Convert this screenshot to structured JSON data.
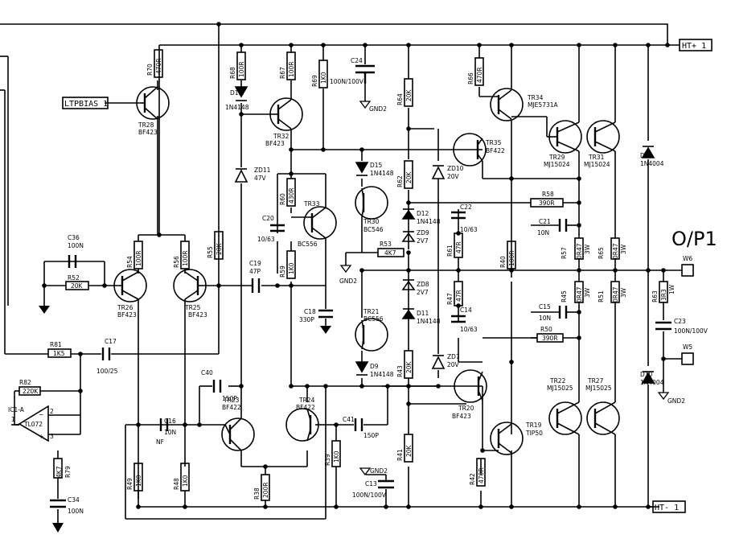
{
  "nets": {
    "ht_plus": "HT+ 1",
    "ht_minus": "HT- 1",
    "ltpbias": "LTPBIAS 1",
    "gnd2": "GND2",
    "w6": "W6",
    "w5": "W5",
    "output": "O/P1"
  },
  "ic": {
    "name": "IC1-A",
    "part": "TL072",
    "pin1": "1",
    "pin2": "2",
    "pin3": "3",
    "minus": "−",
    "plus": "+"
  },
  "transistors": {
    "tr28": [
      "TR28",
      "BF423"
    ],
    "tr32": [
      "TR32",
      "BF423"
    ],
    "tr33": [
      "TR33",
      "BC556"
    ],
    "tr26": [
      "TR26",
      "BF423"
    ],
    "tr25": [
      "TR25",
      "BF423"
    ],
    "tr34": [
      "TR34",
      "MJE5731A"
    ],
    "tr35": [
      "TR35",
      "BF422"
    ],
    "tr29": [
      "TR29",
      "MJ15024"
    ],
    "tr31": [
      "TR31",
      "MJ15024"
    ],
    "tr30": [
      "TR30",
      "BC546"
    ],
    "tr21": [
      "TR21",
      "BC556"
    ],
    "tr20": [
      "TR20",
      "BF423"
    ],
    "tr22": [
      "TR22",
      "MJ15025"
    ],
    "tr27": [
      "TR27",
      "MJ15025"
    ],
    "tr19": [
      "TR19",
      "TIP50"
    ],
    "tr23": [
      "TR23",
      "BF422"
    ],
    "tr24": [
      "TR24",
      "BF422"
    ]
  },
  "resistors": {
    "r70": [
      "R70",
      "470R"
    ],
    "r68": [
      "R68",
      "100R"
    ],
    "r67": [
      "R67",
      "100R"
    ],
    "r69": [
      "R69",
      "1K0"
    ],
    "r64": [
      "R64",
      "20K"
    ],
    "r66": [
      "R66",
      "470R"
    ],
    "r60": [
      "R60",
      "430R"
    ],
    "r59": [
      "R59",
      "1K0"
    ],
    "r55": [
      "R55",
      "20K"
    ],
    "r54": [
      "R54",
      "100R"
    ],
    "r56": [
      "R56",
      "100R"
    ],
    "r52": [
      "R52",
      "20K"
    ],
    "r62": [
      "R62",
      "20K"
    ],
    "r53": [
      "R53",
      "4K7"
    ],
    "r58": [
      "R58",
      "390R"
    ],
    "r61": [
      "R61",
      "47R"
    ],
    "r47": [
      "R47",
      "47R"
    ],
    "r40": [
      "R40",
      "100R"
    ],
    "r57": [
      "R57",
      "0R47"
    ],
    "r57w": "3W",
    "r65": [
      "R65",
      "0R47"
    ],
    "r65w": "3W",
    "r45": [
      "R45",
      "0R47"
    ],
    "r45w": "3W",
    "r51": [
      "R51",
      "0R47"
    ],
    "r51w": "3W",
    "r63": [
      "R63",
      "3R3"
    ],
    "r63w": "1W",
    "r50": [
      "R50",
      "390R"
    ],
    "r43": [
      "R43",
      "20K"
    ],
    "r41": [
      "R41",
      "20K"
    ],
    "r42": [
      "R42",
      "470R"
    ],
    "r39": [
      "R39",
      "1K0"
    ],
    "r38": [
      "R38",
      "200R"
    ],
    "r49": [
      "R49",
      "1K0"
    ],
    "r48": [
      "R48",
      "1K0"
    ],
    "r81": [
      "R81",
      "1K5"
    ],
    "r82": [
      "R82",
      "220K"
    ],
    "r79": [
      "R79",
      "4K7"
    ]
  },
  "capacitors": {
    "c24": [
      "C24",
      "100N/100V"
    ],
    "c36": [
      "C36",
      "100N"
    ],
    "c20": [
      "C20",
      "10/63"
    ],
    "c19": [
      "C19",
      "47P"
    ],
    "c18": [
      "C18",
      "330P"
    ],
    "c22": [
      "C22",
      "10/63"
    ],
    "c21": [
      "C21",
      "10N"
    ],
    "c15": [
      "C15",
      "10N"
    ],
    "c14": [
      "C14",
      "10/63"
    ],
    "c23": [
      "C23",
      "100N/100V"
    ],
    "c17": [
      "C17",
      "100/25"
    ],
    "c40": [
      "C40",
      "150P"
    ],
    "c16": [
      "C16",
      "NF"
    ],
    "c16v": "10N",
    "c41": [
      "C41",
      "150P"
    ],
    "c13": [
      "C13",
      "100N/100V"
    ],
    "c34": [
      "C34",
      "100N"
    ]
  },
  "diodes": {
    "d13": [
      "D13",
      "1N4148"
    ],
    "zd11": [
      "ZD11",
      "47V"
    ],
    "d15": [
      "D15",
      "1N4148"
    ],
    "zd10": [
      "ZD10",
      "20V"
    ],
    "d12": [
      "D12",
      "1N4148"
    ],
    "zd9": [
      "ZD9",
      "2V7"
    ],
    "zd8": [
      "ZD8",
      "2V7"
    ],
    "d11": [
      "D11",
      "1N4148"
    ],
    "d9": [
      "D9",
      "1N4148"
    ],
    "zd7": [
      "ZD7",
      "20V"
    ],
    "d14": [
      "D14",
      "1N4004"
    ],
    "d10": [
      "D10",
      "1N4004"
    ]
  }
}
